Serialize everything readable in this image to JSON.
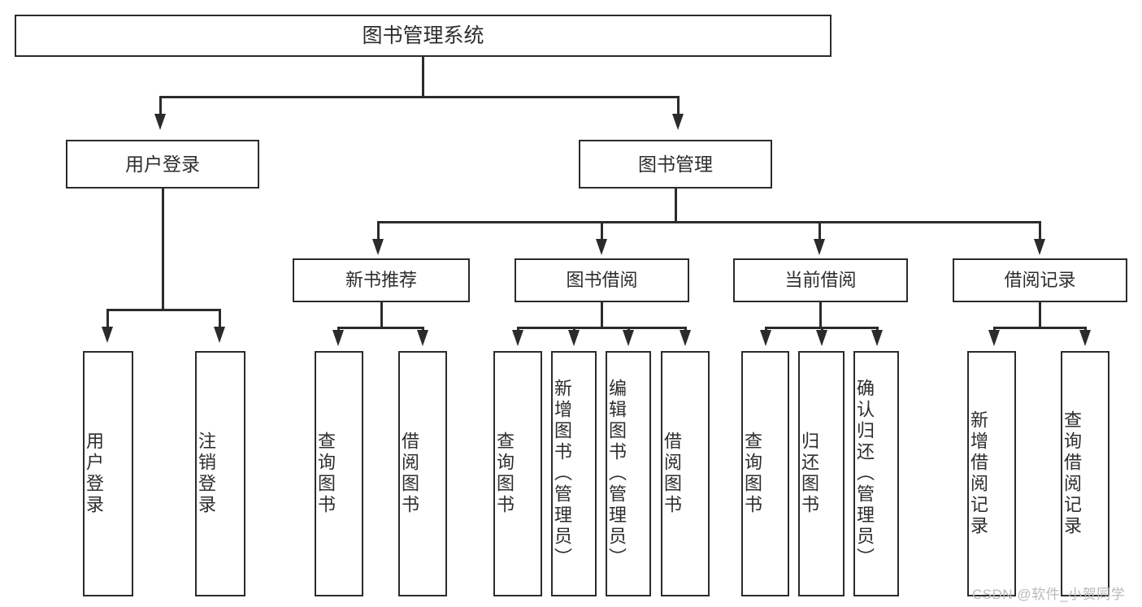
{
  "diagram": {
    "title": "图书管理系统",
    "type": "tree-hierarchy-diagram",
    "colors": {
      "border": "#2b2b2b",
      "text": "#2d2d2d",
      "background": "#ffffff",
      "watermark": "#b9b9b9"
    },
    "root": {
      "label": "图书管理系统"
    },
    "level1": [
      {
        "label": "用户登录"
      },
      {
        "label": "图书管理"
      }
    ],
    "level2": [
      {
        "label": "新书推荐"
      },
      {
        "label": "图书借阅"
      },
      {
        "label": "当前借阅"
      },
      {
        "label": "借阅记录"
      }
    ],
    "leaves": {
      "user_login": [
        {
          "label": "用户登录"
        },
        {
          "label": "注销登录"
        }
      ],
      "new_book_recommend": [
        {
          "label": "查询图书"
        },
        {
          "label": "借阅图书"
        }
      ],
      "book_borrow": [
        {
          "label": "查询图书"
        },
        {
          "label": "新增图书（管理员）"
        },
        {
          "label": "编辑图书（管理员）"
        },
        {
          "label": "借阅图书"
        }
      ],
      "current_borrow": [
        {
          "label": "查询图书"
        },
        {
          "label": "归还图书"
        },
        {
          "label": "确认归还（管理员）"
        }
      ],
      "borrow_record": [
        {
          "label": "新增借阅记录"
        },
        {
          "label": "查询借阅记录"
        }
      ]
    }
  },
  "watermark": {
    "text": "CSDN @软件_小贺同学"
  }
}
